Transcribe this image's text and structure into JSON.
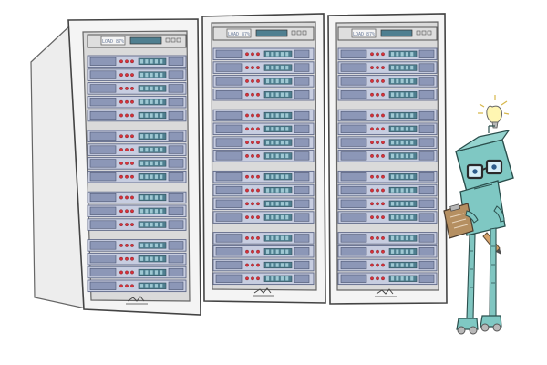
{
  "scene": {
    "racks": [
      {
        "name": "rack-left",
        "display_text": "LOAD 87%",
        "groups": [
          5,
          4,
          3,
          4
        ]
      },
      {
        "name": "rack-middle",
        "display_text": "LOAD 87%",
        "groups": [
          4,
          4,
          4,
          4
        ]
      },
      {
        "name": "rack-right",
        "display_text": "LOAD 87%",
        "groups": [
          4,
          4,
          4,
          4
        ]
      }
    ],
    "robot": {
      "has_glasses": true,
      "has_lightbulb": true,
      "holds": "clipboard and pencil"
    }
  },
  "colors": {
    "rack_body": "#f3f3f3",
    "rack_inner": "#dcdcdc",
    "server_face": "#dedede",
    "server_bezel": "#8c97b7",
    "server_bezel_light": "#c7cde0",
    "led_red": "#d8313a",
    "display_teal": "#4f7f90",
    "robot_body": "#7dc7c2",
    "robot_dark": "#3e8a86",
    "robot_glasses": "#303030",
    "bulb": "#fff3a8"
  }
}
